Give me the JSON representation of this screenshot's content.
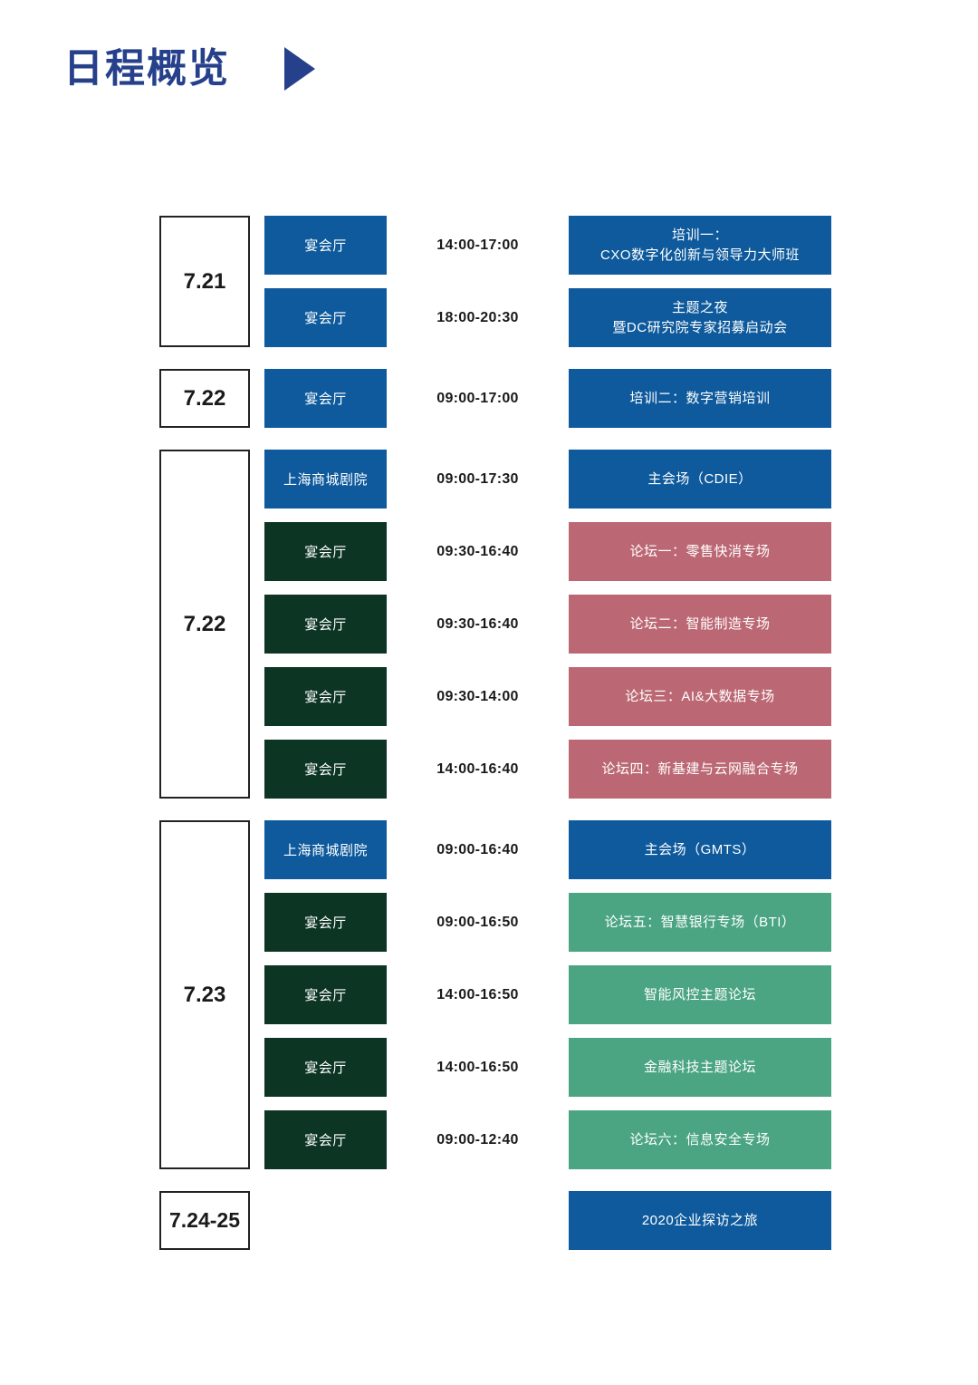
{
  "header": {
    "title": "日程概览",
    "triangle_icon": "play-triangle-icon"
  },
  "colors": {
    "title_blue": "#26408B",
    "event_blue": "#0E5A9C",
    "event_rose": "#BC6874",
    "event_green": "#4BA583",
    "venue_blue": "#0E5A9C",
    "venue_dark_green": "#0C3524",
    "date_border": "#222222",
    "text_dark": "#1a1a1a",
    "page_background": "#FFFFFF"
  },
  "days": [
    {
      "date": "7.21",
      "rows": [
        {
          "venue": "宴会厅",
          "venue_color": "#0E5A9C",
          "time": "14:00-17:00",
          "event": "培训一：\nCXO数字化创新与领导力大师班",
          "event_color": "#0E5A9C"
        },
        {
          "venue": "宴会厅",
          "venue_color": "#0E5A9C",
          "time": "18:00-20:30",
          "event": "主题之夜\n暨DC研究院专家招募启动会",
          "event_color": "#0E5A9C"
        }
      ]
    },
    {
      "date": "7.22",
      "rows": [
        {
          "venue": "宴会厅",
          "venue_color": "#0E5A9C",
          "time": "09:00-17:00",
          "event": "培训二：数字营销培训",
          "event_color": "#0E5A9C"
        }
      ]
    },
    {
      "date": "7.22",
      "rows": [
        {
          "venue": "上海商城剧院",
          "venue_color": "#0E5A9C",
          "time": "09:00-17:30",
          "event": "主会场（CDIE）",
          "event_color": "#0E5A9C"
        },
        {
          "venue": "宴会厅",
          "venue_color": "#0C3524",
          "time": "09:30-16:40",
          "event": "论坛一：零售快消专场",
          "event_color": "#BC6874"
        },
        {
          "venue": "宴会厅",
          "venue_color": "#0C3524",
          "time": "09:30-16:40",
          "event": "论坛二：智能制造专场",
          "event_color": "#BC6874"
        },
        {
          "venue": "宴会厅",
          "venue_color": "#0C3524",
          "time": "09:30-14:00",
          "event": "论坛三：AI&大数据专场",
          "event_color": "#BC6874"
        },
        {
          "venue": "宴会厅",
          "venue_color": "#0C3524",
          "time": "14:00-16:40",
          "event": "论坛四：新基建与云网融合专场",
          "event_color": "#BC6874"
        }
      ]
    },
    {
      "date": "7.23",
      "rows": [
        {
          "venue": "上海商城剧院",
          "venue_color": "#0E5A9C",
          "time": "09:00-16:40",
          "event": "主会场（GMTS）",
          "event_color": "#0E5A9C"
        },
        {
          "venue": "宴会厅",
          "venue_color": "#0C3524",
          "time": "09:00-16:50",
          "event": "论坛五：智慧银行专场（BTI）",
          "event_color": "#4BA583"
        },
        {
          "venue": "宴会厅",
          "venue_color": "#0C3524",
          "time": "14:00-16:50",
          "event": "智能风控主题论坛",
          "event_color": "#4BA583"
        },
        {
          "venue": "宴会厅",
          "venue_color": "#0C3524",
          "time": "14:00-16:50",
          "event": "金融科技主题论坛",
          "event_color": "#4BA583"
        },
        {
          "venue": "宴会厅",
          "venue_color": "#0C3524",
          "time": "09:00-12:40",
          "event": "论坛六：信息安全专场",
          "event_color": "#4BA583"
        }
      ]
    },
    {
      "date": "7.24-25",
      "rows": [
        {
          "venue": "",
          "venue_color": "",
          "time": "",
          "event": "2020企业探访之旅",
          "event_color": "#0E5A9C"
        }
      ]
    }
  ]
}
